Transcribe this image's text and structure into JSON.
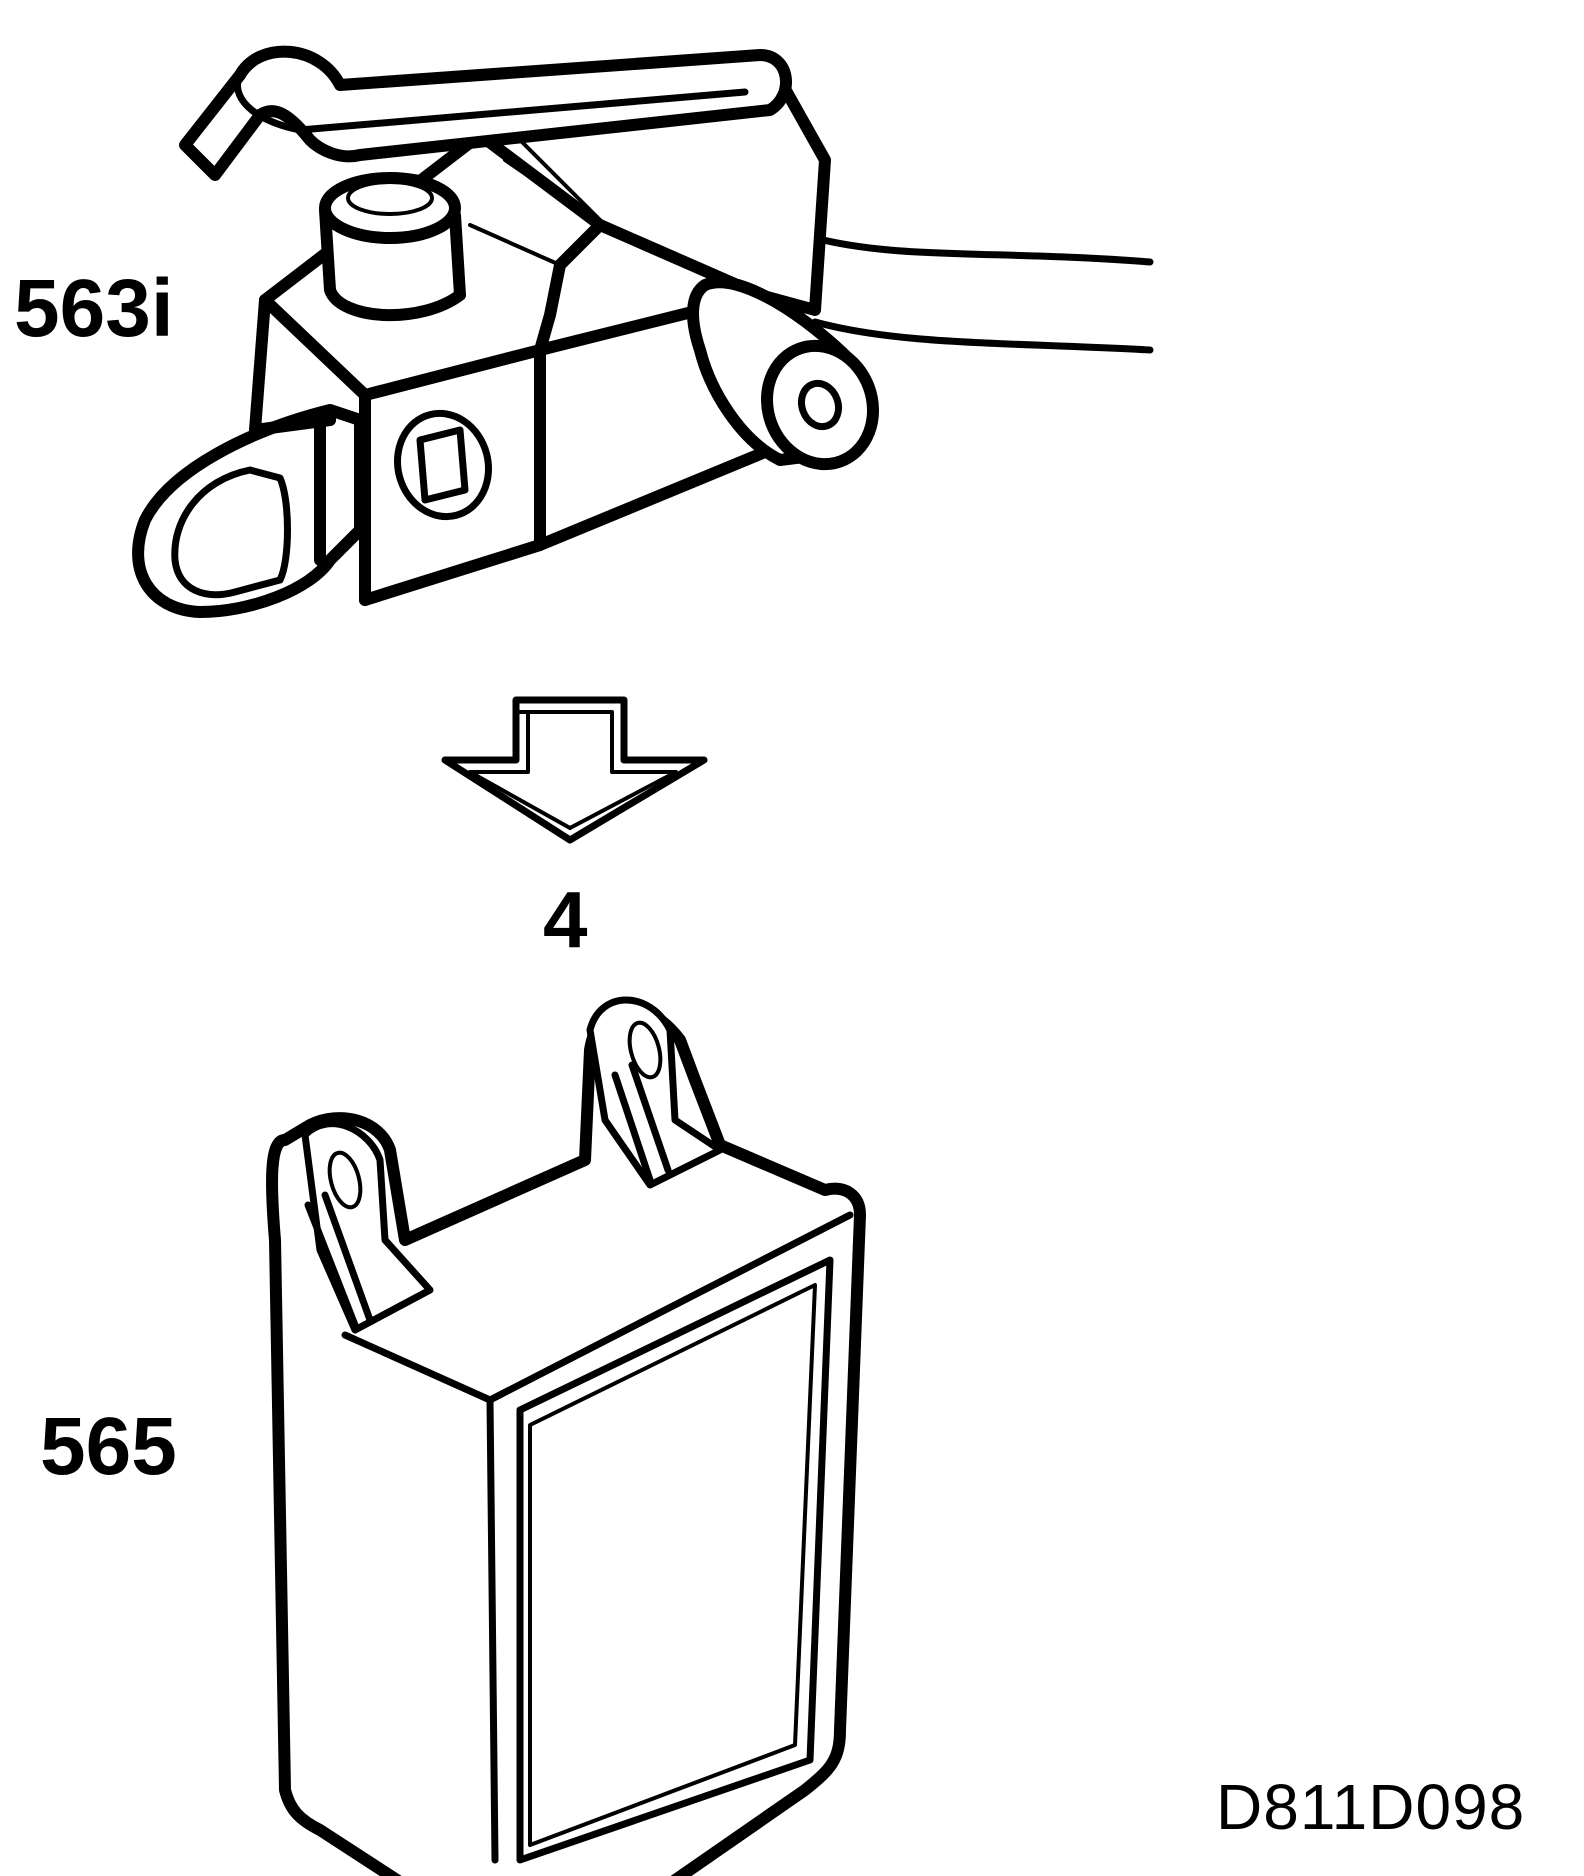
{
  "labels": {
    "top_part": "563i",
    "step": "4",
    "bottom_part": "565",
    "figure_id": "D811D098"
  },
  "colors": {
    "line": "#000000",
    "background": "#ffffff"
  },
  "icons": {
    "top_part": "microswitch-lever-icon",
    "step": "down-arrow-icon",
    "bottom_part": "capacitor-box-icon"
  }
}
